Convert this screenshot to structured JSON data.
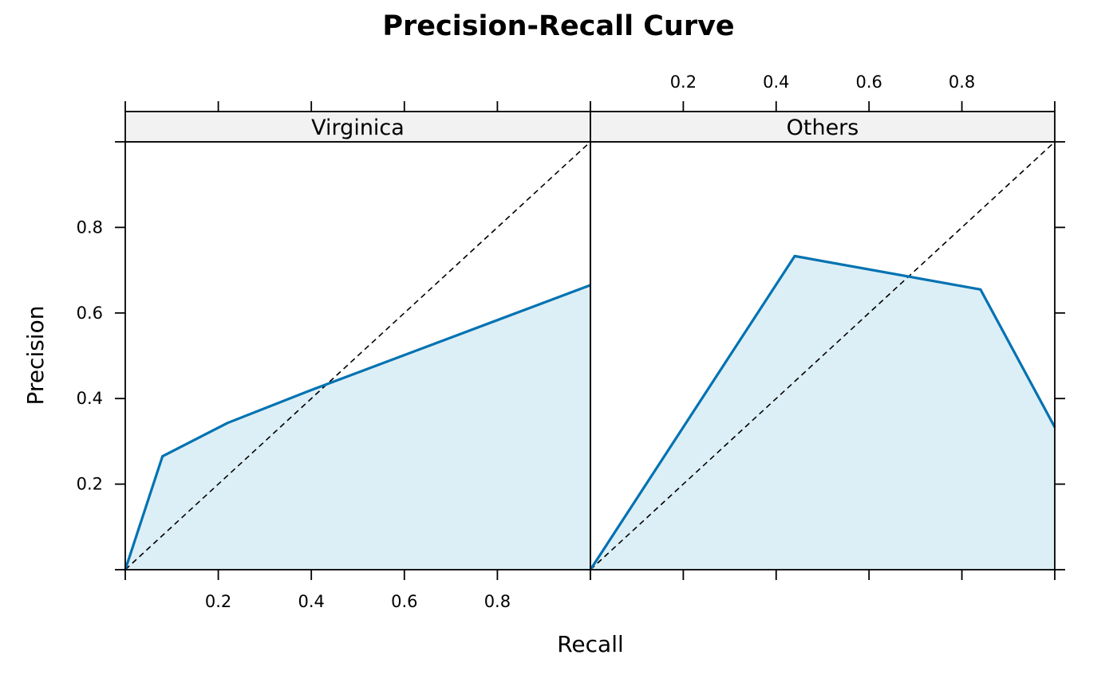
{
  "chart_data": {
    "type": "area",
    "title": "Precision-Recall Curve",
    "xlabel": "Recall",
    "ylabel": "Precision",
    "xlim": [
      0,
      1
    ],
    "ylim": [
      0,
      1
    ],
    "x_ticks": [
      0.2,
      0.4,
      0.6,
      0.8
    ],
    "y_ticks": [
      0.2,
      0.4,
      0.6,
      0.8
    ],
    "x_tick_labels": [
      "0.2",
      "0.4",
      "0.6",
      "0.8"
    ],
    "y_tick_labels": [
      "0.2",
      "0.4",
      "0.6",
      "0.8"
    ],
    "grid": false,
    "reference_line": "diagonal",
    "colors": {
      "line": "#0072b2",
      "fill": "#ddeff6",
      "strip": "#f2f2f2"
    },
    "panels": [
      {
        "name": "Virginica",
        "x": [
          0.0,
          0.08,
          0.22,
          0.4,
          1.0
        ],
        "y": [
          0.0,
          0.265,
          0.343,
          0.42,
          0.665
        ]
      },
      {
        "name": "Others",
        "x": [
          0.0,
          0.44,
          0.84,
          1.0
        ],
        "y": [
          0.0,
          0.733,
          0.655,
          0.333
        ]
      }
    ]
  }
}
